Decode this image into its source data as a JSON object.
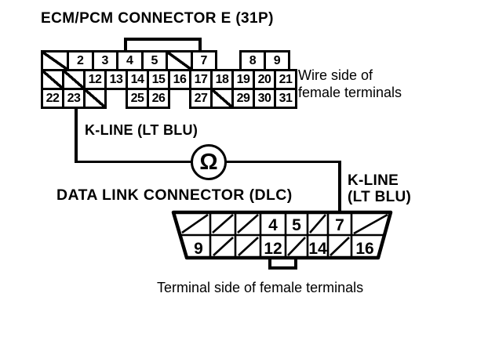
{
  "colors": {
    "ink": "#000000",
    "paper": "#ffffff"
  },
  "meter": {
    "symbol": "Ω",
    "name": "ohmmeter"
  },
  "ecm": {
    "title": "ECM/PCM CONNECTOR E (31P)",
    "wire_label": "K-LINE (LT BLU)",
    "note_line1": "Wire side of",
    "note_line2": "female terminals",
    "row1_block1": [
      {
        "label": "",
        "hatched": true
      },
      {
        "label": "2",
        "hatched": false
      },
      {
        "label": "3",
        "hatched": false
      },
      {
        "label": "4",
        "hatched": false
      },
      {
        "label": "5",
        "hatched": false
      },
      {
        "label": "",
        "hatched": true
      },
      {
        "label": "7",
        "hatched": false
      }
    ],
    "row1_block2": [
      {
        "label": "8",
        "hatched": false
      },
      {
        "label": "9",
        "hatched": false
      }
    ],
    "row2": [
      {
        "label": "",
        "hatched": true
      },
      {
        "label": "",
        "hatched": true
      },
      {
        "label": "12",
        "hatched": false
      },
      {
        "label": "13",
        "hatched": false
      },
      {
        "label": "14",
        "hatched": false
      },
      {
        "label": "15",
        "hatched": false
      },
      {
        "label": "16",
        "hatched": false
      },
      {
        "label": "17",
        "hatched": false
      },
      {
        "label": "18",
        "hatched": false
      },
      {
        "label": "19",
        "hatched": false
      },
      {
        "label": "20",
        "hatched": false
      },
      {
        "label": "21",
        "hatched": false
      }
    ],
    "row3_block1": [
      {
        "label": "22",
        "hatched": false
      },
      {
        "label": "23",
        "hatched": false
      },
      {
        "label": "",
        "hatched": true
      }
    ],
    "row3_block2": [
      {
        "label": "25",
        "hatched": false
      },
      {
        "label": "26",
        "hatched": false
      }
    ],
    "row3_block3": [
      {
        "label": "27",
        "hatched": false
      },
      {
        "label": "",
        "hatched": true
      },
      {
        "label": "29",
        "hatched": false
      },
      {
        "label": "30",
        "hatched": false
      },
      {
        "label": "31",
        "hatched": false
      }
    ]
  },
  "dlc": {
    "title": "DATA LINK CONNECTOR (DLC)",
    "wire_label_line1": "K-LINE",
    "wire_label_line2": "(LT BLU)",
    "note": "Terminal side of female terminals",
    "top_row": [
      {
        "label": "",
        "hatched": true
      },
      {
        "label": "",
        "hatched": true
      },
      {
        "label": "",
        "hatched": true
      },
      {
        "label": "4",
        "hatched": false
      },
      {
        "label": "5",
        "hatched": false
      },
      {
        "label": "",
        "hatched": true
      },
      {
        "label": "7",
        "hatched": false
      },
      {
        "label": "",
        "hatched": true
      }
    ],
    "bottom_row": [
      {
        "label": "9",
        "hatched": false
      },
      {
        "label": "",
        "hatched": true
      },
      {
        "label": "",
        "hatched": true
      },
      {
        "label": "12",
        "hatched": false
      },
      {
        "label": "",
        "hatched": true
      },
      {
        "label": "14",
        "hatched": false
      },
      {
        "label": "",
        "hatched": true
      },
      {
        "label": "16",
        "hatched": false
      }
    ]
  }
}
